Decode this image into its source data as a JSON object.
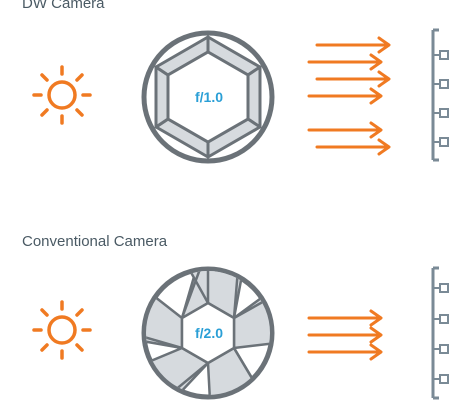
{
  "colors": {
    "sun": "#f07a22",
    "arrow": "#f07a22",
    "aperture_ring": "#6b7278",
    "aperture_blade_fill": "#d6dade",
    "fnumber_text": "#2a9fd6",
    "sensor": "#7a8a96",
    "title_text": "#4a5a64"
  },
  "icons": {
    "light_source": "sun-icon",
    "light_rays": "arrow-right-icon",
    "aperture": "camera-aperture-icon",
    "sensor": "sensor-comb-icon"
  },
  "panels": [
    {
      "title": "DW Camera",
      "aperture_label": "f/1.0",
      "arrow_count": 6,
      "sensor_pixels": 4
    },
    {
      "title": "Conventional Camera",
      "aperture_label": "f/2.0",
      "arrow_count": 3,
      "sensor_pixels": 4
    }
  ]
}
